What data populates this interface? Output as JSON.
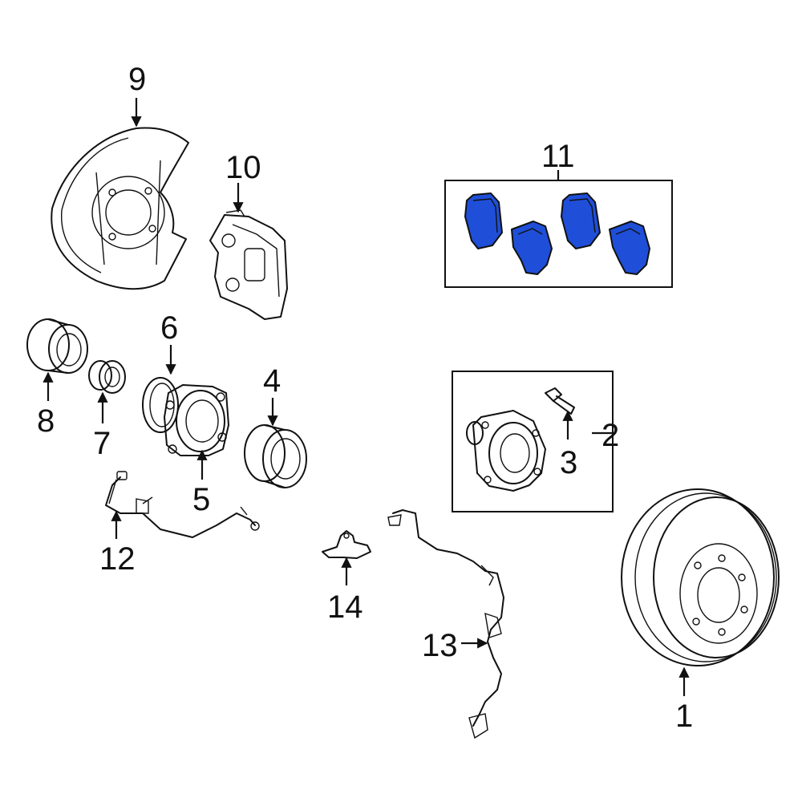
{
  "colors": {
    "line": "#111111",
    "pad_fill": "#1f4fd8",
    "background": "#ffffff"
  },
  "callouts": {
    "c1": "1",
    "c2": "2",
    "c3": "3",
    "c4": "4",
    "c5": "5",
    "c6": "6",
    "c7": "7",
    "c8": "8",
    "c9": "9",
    "c10": "10",
    "c11": "11",
    "c12": "12",
    "c13": "13",
    "c14": "14"
  }
}
